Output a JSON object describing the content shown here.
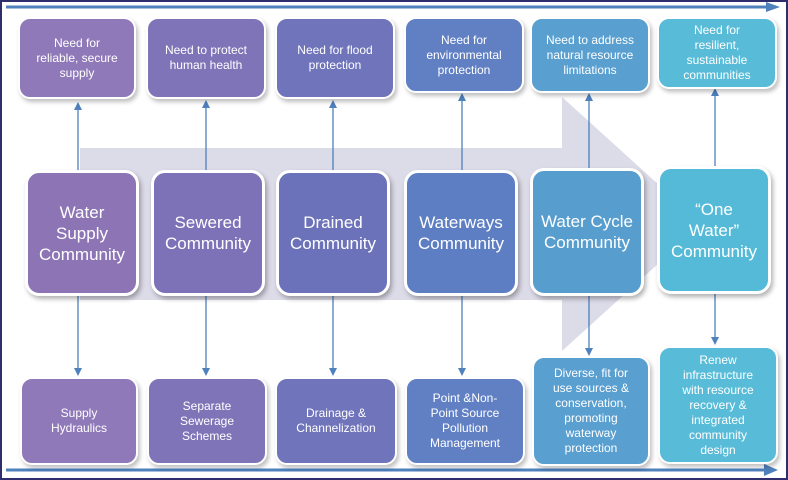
{
  "needs": [
    "Need for\nreliable, secure\nsupply",
    "Need to protect\nhuman health",
    "Need for flood\nprotection",
    "Need for\nenvironmental\nprotection",
    "Need to address\nnatural resource\nlimitations",
    "Need for\nresilient,\nsustainable\ncommunities"
  ],
  "stages": [
    "Water\nSupply\nCommunity",
    "Sewered\nCommunity",
    "Drained\nCommunity",
    "Waterways\nCommunity",
    "Water Cycle\nCommunity",
    "“One\nWater”\nCommunity"
  ],
  "responses": [
    "Supply\nHydraulics",
    "Separate\nSewerage\nSchemes",
    "Drainage &\nChannelization",
    "Point &Non-\nPoint Source\nPollution\nManagement",
    "Diverse, fit for\nuse sources &\nconservation,\npromoting\nwaterway\nprotection",
    "Renew\ninfrastructure\nwith resource\nrecovery &\nintegrated\ncommunity\ndesign"
  ],
  "colors": {
    "col1": "#8f76b7",
    "col2": "#7f73b8",
    "col3": "#6d73bb",
    "col4": "#5f80c4",
    "col5": "#57a0d0",
    "col6": "#57bcd8",
    "arrow": "#d9d9e6",
    "line": "#4f81bd"
  }
}
